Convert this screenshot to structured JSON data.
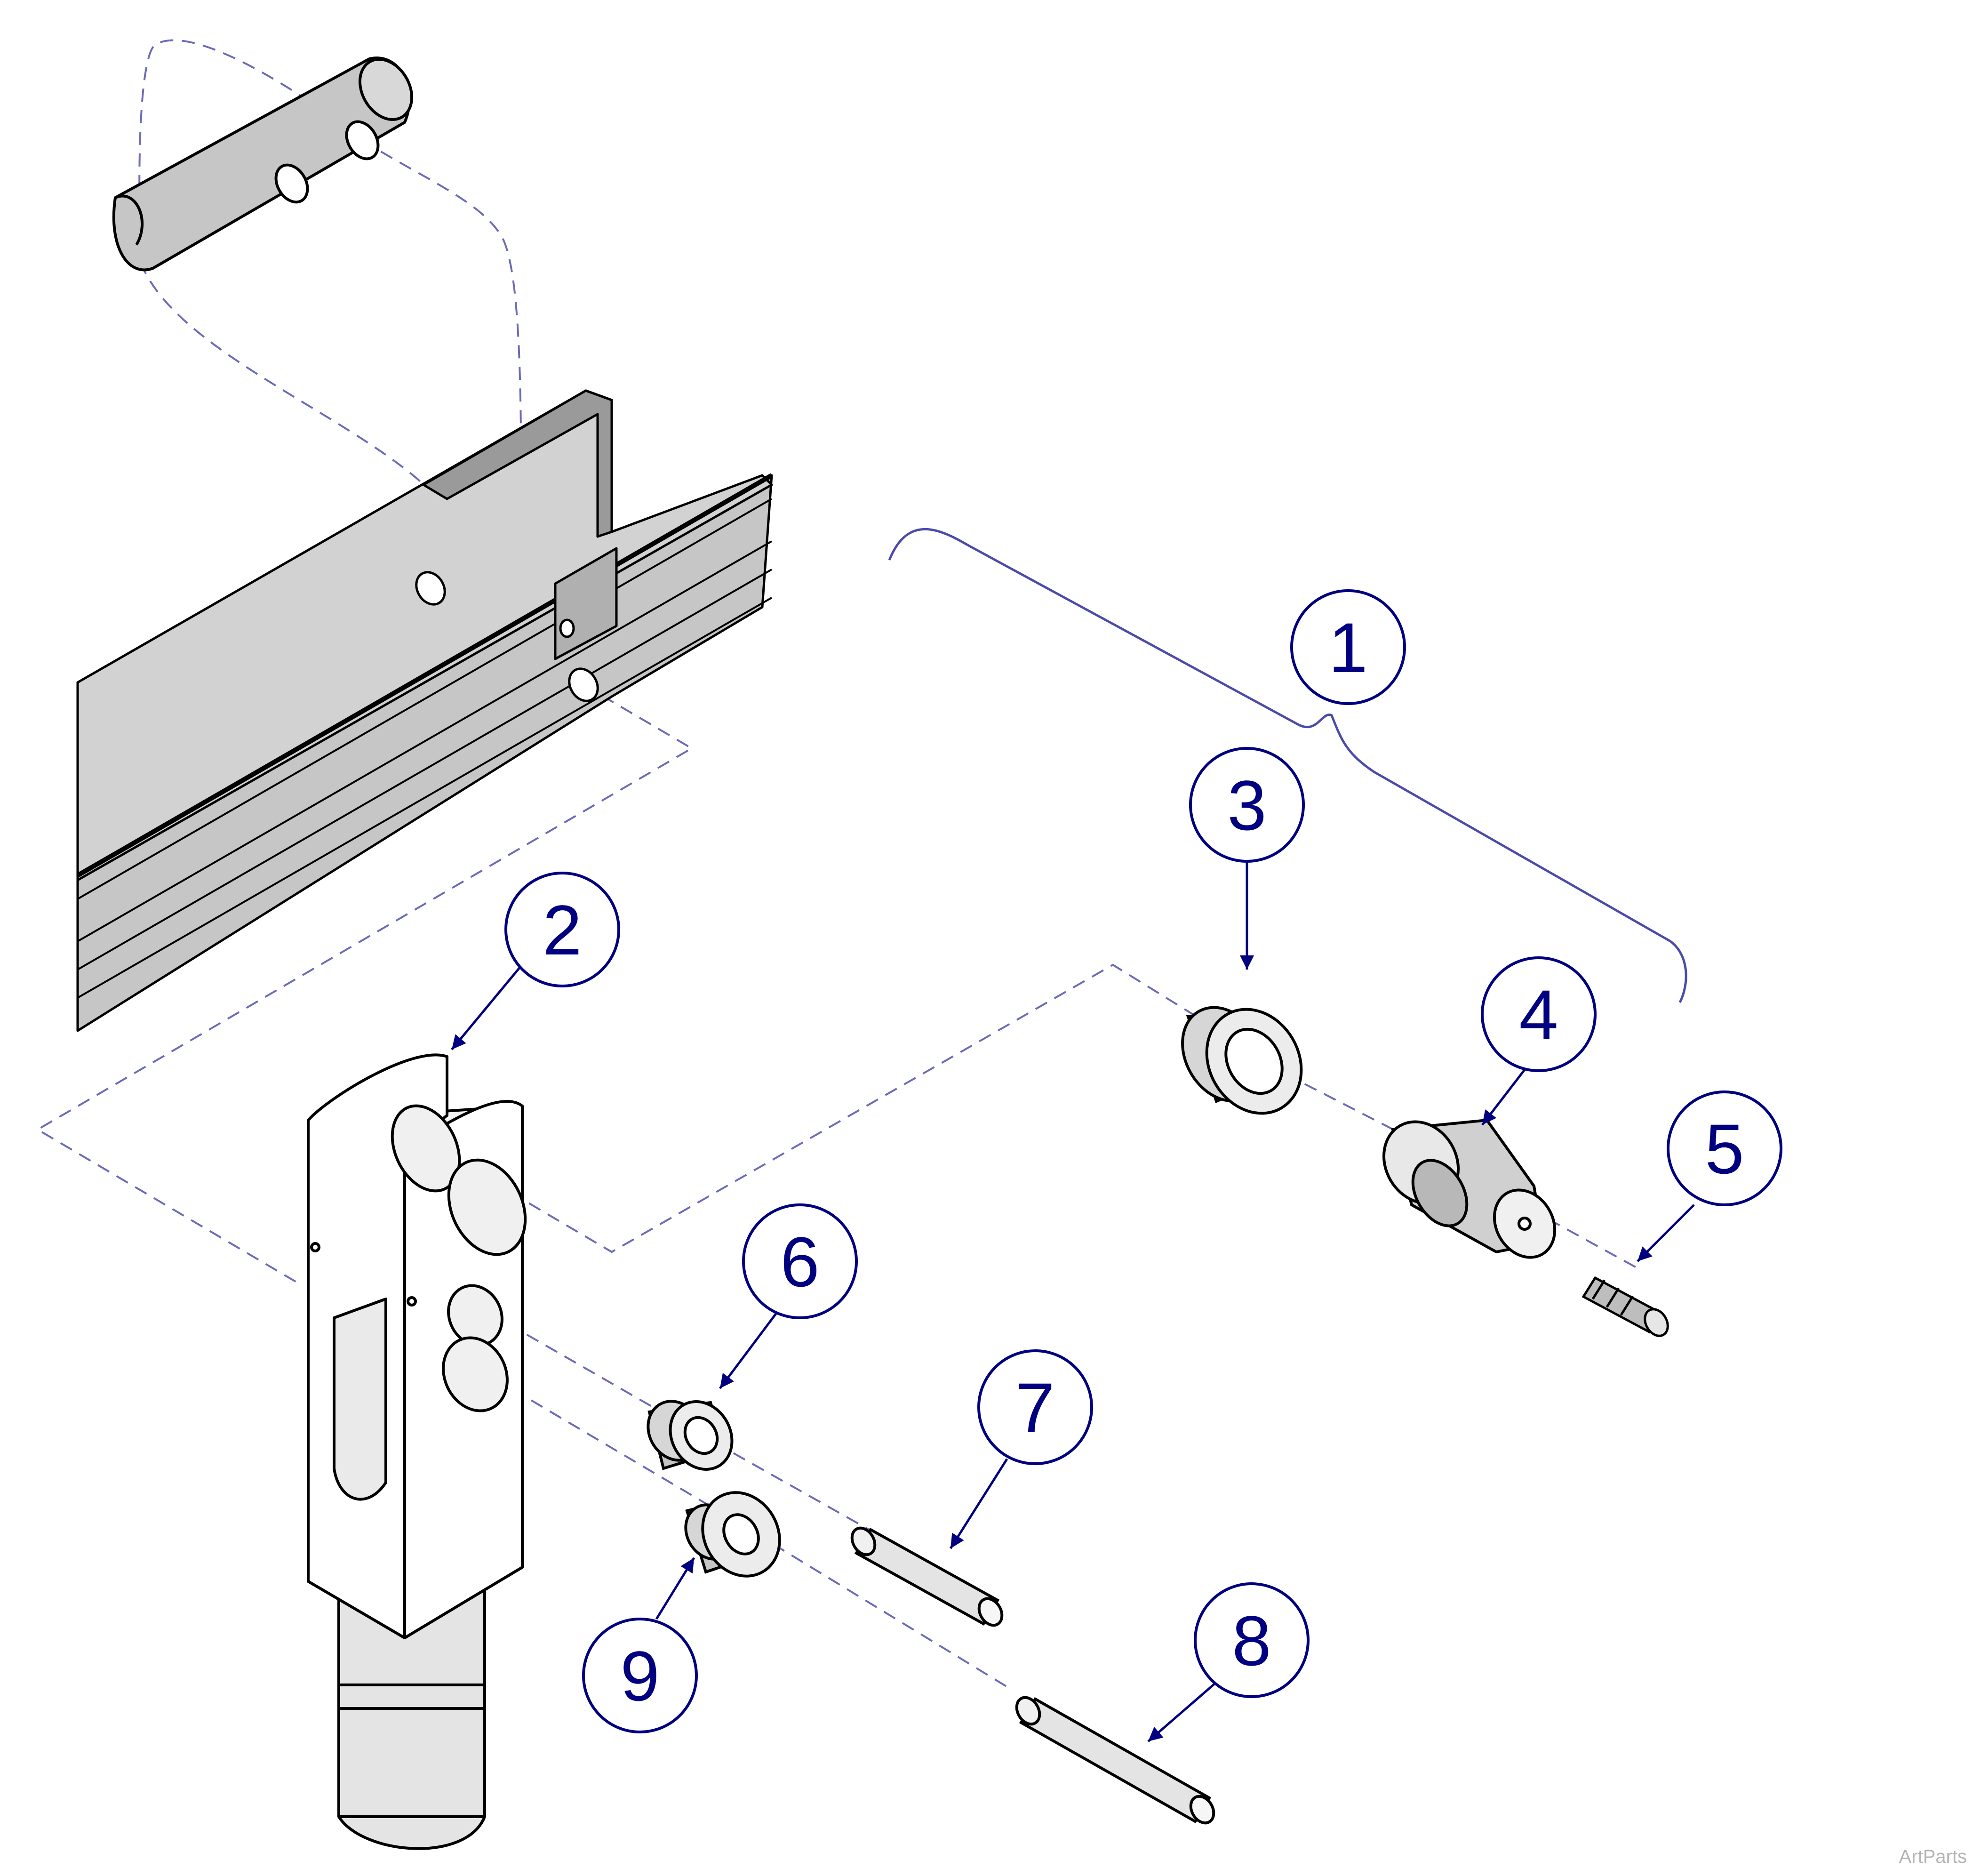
{
  "diagram": {
    "callouts": [
      {
        "id": "1",
        "label": "1"
      },
      {
        "id": "2",
        "label": "2"
      },
      {
        "id": "3",
        "label": "3"
      },
      {
        "id": "4",
        "label": "4"
      },
      {
        "id": "5",
        "label": "5"
      },
      {
        "id": "6",
        "label": "6"
      },
      {
        "id": "7",
        "label": "7"
      },
      {
        "id": "8",
        "label": "8"
      },
      {
        "id": "9",
        "label": "9"
      }
    ],
    "colors": {
      "callout_stroke": "#000080",
      "callout_text": "#000080",
      "leader_line": "#6b6bb8",
      "part_outline": "#000000",
      "part_fill": "#c6c6c6",
      "part_light": "#ffffff"
    },
    "watermark": "ArtParts"
  }
}
